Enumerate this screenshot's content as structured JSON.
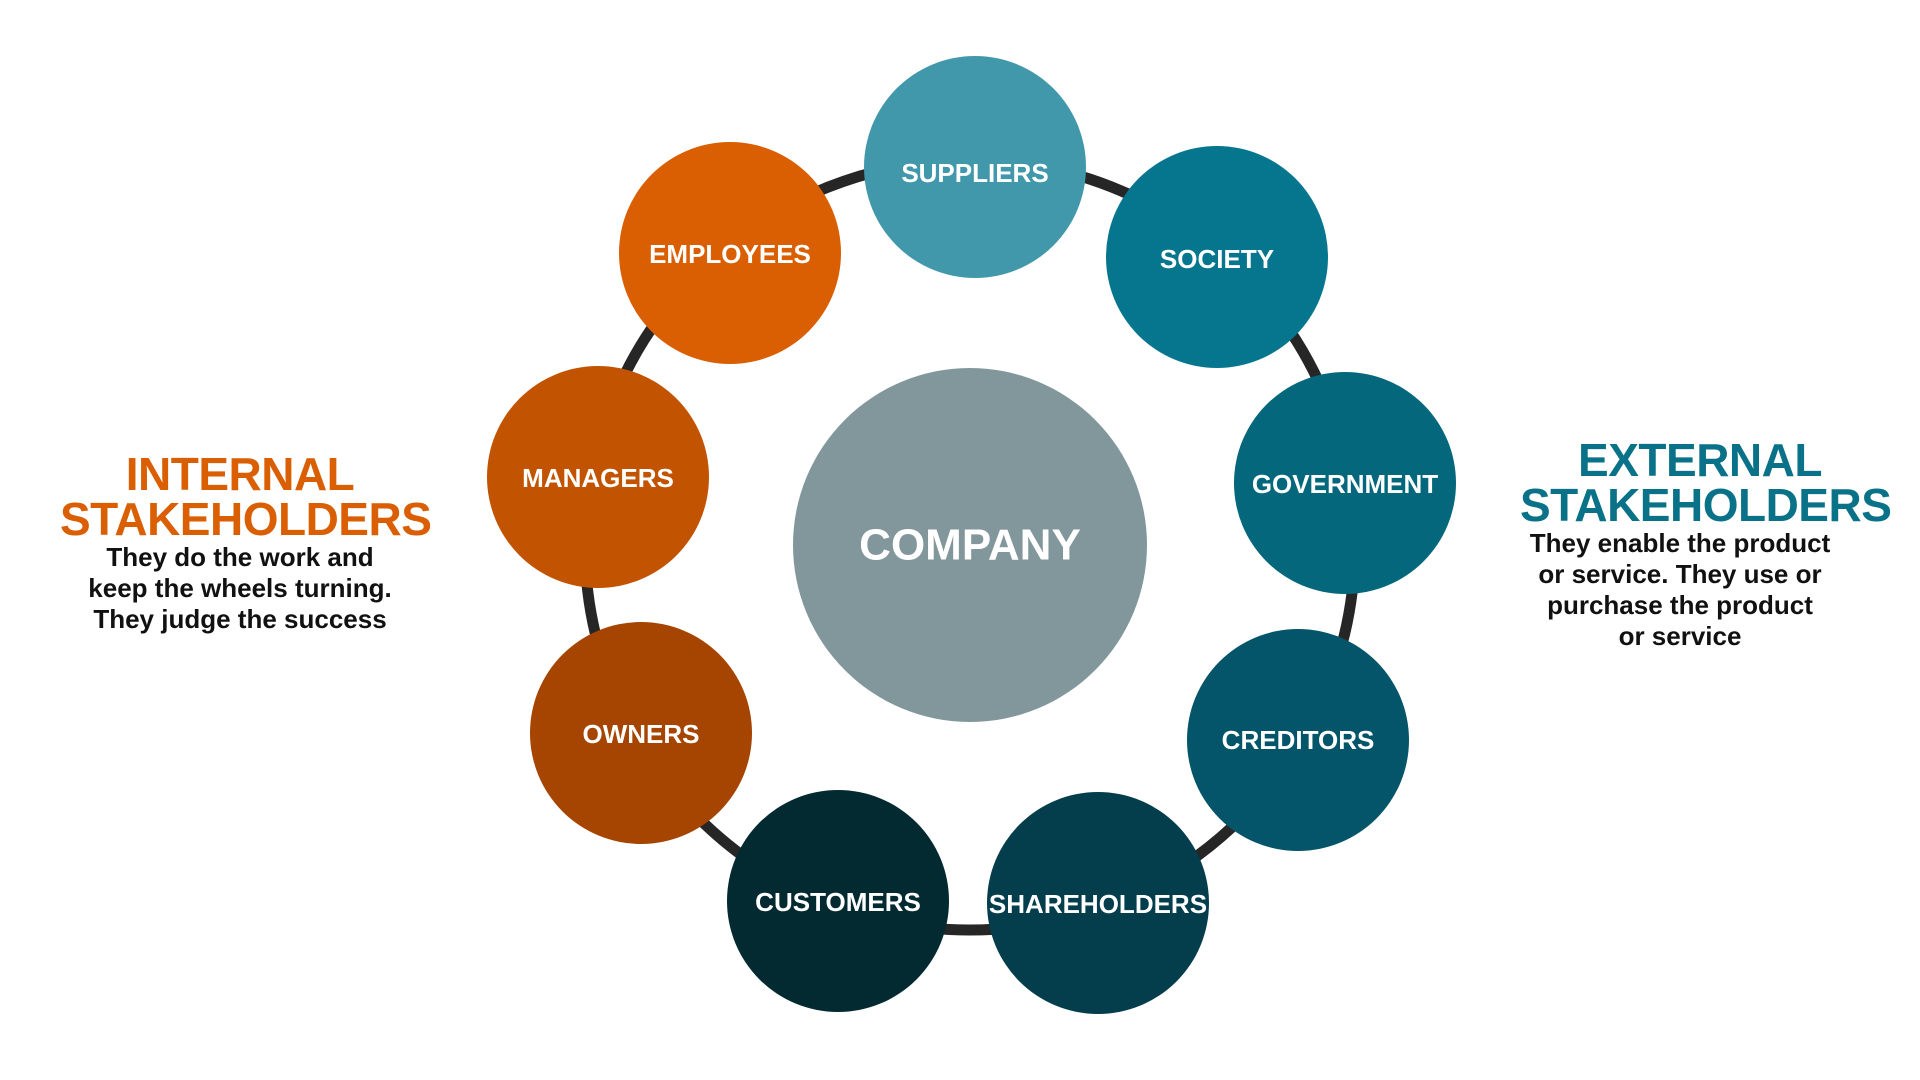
{
  "center": {
    "label": "COMPANY",
    "color": "#81979c"
  },
  "ring_color": "#262626",
  "nodes": [
    {
      "label": "SUPPLIERS",
      "color": "#4298ab"
    },
    {
      "label": "SOCIETY",
      "color": "#06768e"
    },
    {
      "label": "GOVERNMENT",
      "color": "#04677b"
    },
    {
      "label": "CREDITORS",
      "color": "#045569"
    },
    {
      "label": "SHAREHOLDERS",
      "color": "#043e4c"
    },
    {
      "label": "CUSTOMERS",
      "color": "#032931"
    },
    {
      "label": "OWNERS",
      "color": "#a64502"
    },
    {
      "label": "MANAGERS",
      "color": "#c25401"
    },
    {
      "label": "EMPLOYEES",
      "color": "#da5e02"
    }
  ],
  "internal": {
    "heading_line1": "INTERNAL",
    "heading_line2": "STAKEHOLDERS",
    "desc_line1": "They do the work and",
    "desc_line2": "keep the wheels turning.",
    "desc_line3": "They judge the success",
    "color": "#da5e02"
  },
  "external": {
    "heading_line1": "EXTERNAL",
    "heading_line2": "STAKEHOLDERS",
    "desc_line1": "They enable the product",
    "desc_line2": "or service. They use or",
    "desc_line3": "purchase the product",
    "desc_line4": "or service",
    "color": "#0a7288"
  }
}
